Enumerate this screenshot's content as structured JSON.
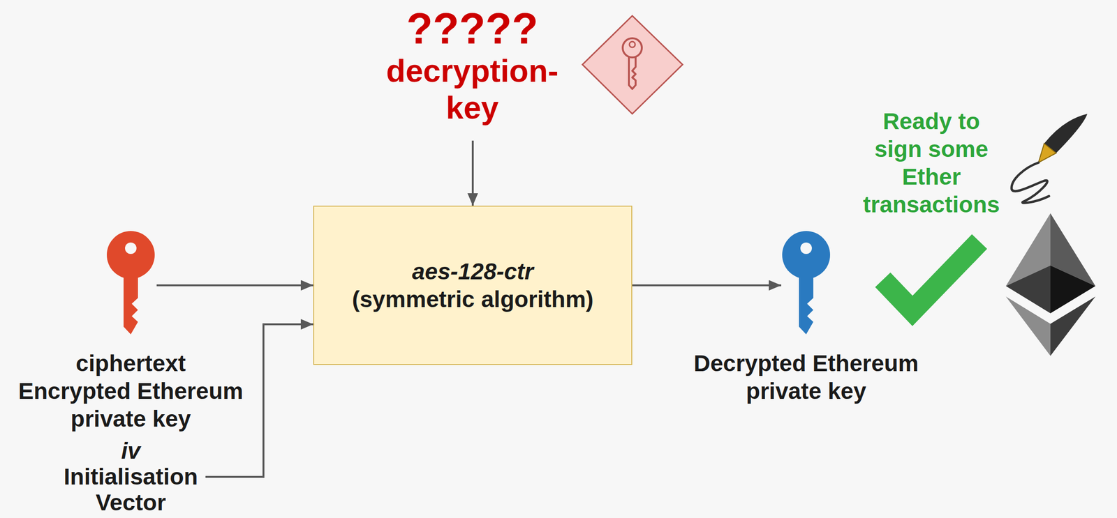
{
  "diagram": {
    "nodes": [
      {
        "text": [
          "?????",
          "decryption-key"
        ]
      },
      {
        "text": [
          "ciphertext",
          "Encrypted Ethereum private key"
        ]
      },
      {
        "text": [
          "iv",
          "Initialisation Vector"
        ]
      },
      {
        "text": [
          "aes-128-ctr",
          "(symmetric algorithm)"
        ]
      },
      {
        "text": [
          "Decrypted Ethereum private key"
        ]
      }
    ],
    "edges": [
      {
        "from": 0,
        "to": 3,
        "arrow": "to"
      },
      {
        "from": 1,
        "to": 3,
        "arrow": "to"
      },
      {
        "from": 2,
        "to": 3,
        "arrow": "to"
      },
      {
        "from": 3,
        "to": 4,
        "arrow": "to"
      }
    ],
    "labels": [
      "Ready to sign some Ether transactions"
    ]
  }
}
